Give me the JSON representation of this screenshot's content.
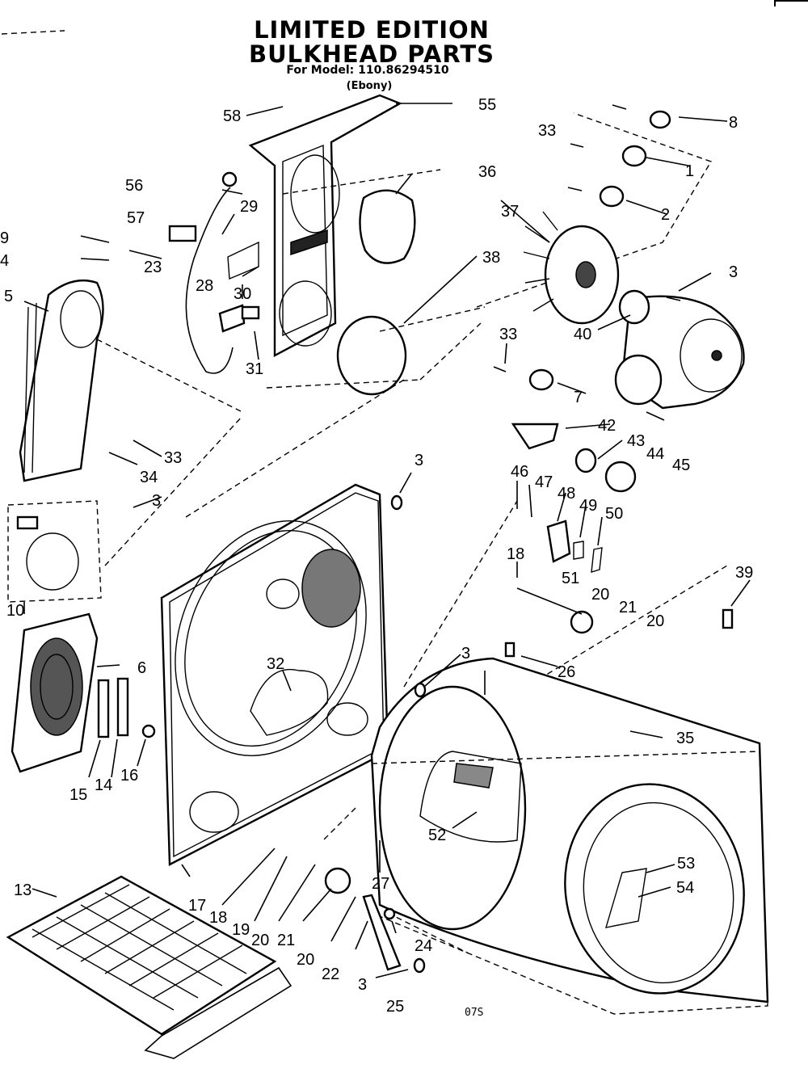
{
  "header": {
    "title_line1": "LIMITED EDITION",
    "title_line2": "BULKHEAD PARTS",
    "model_line": "For Model: 110.86294510",
    "finish_line": "(Ebony)"
  },
  "footer_code": "07S",
  "callouts": [
    {
      "id": "58",
      "label": "58"
    },
    {
      "id": "55",
      "label": "55"
    },
    {
      "id": "8",
      "label": "8"
    },
    {
      "id": "33a",
      "label": "33"
    },
    {
      "id": "1",
      "label": "1"
    },
    {
      "id": "56",
      "label": "56"
    },
    {
      "id": "36",
      "label": "36"
    },
    {
      "id": "57",
      "label": "57"
    },
    {
      "id": "29",
      "label": "29"
    },
    {
      "id": "2",
      "label": "2"
    },
    {
      "id": "37",
      "label": "37"
    },
    {
      "id": "9",
      "label": "9"
    },
    {
      "id": "4",
      "label": "4"
    },
    {
      "id": "23",
      "label": "23"
    },
    {
      "id": "38",
      "label": "38"
    },
    {
      "id": "30",
      "label": "30"
    },
    {
      "id": "3a",
      "label": "3"
    },
    {
      "id": "5",
      "label": "5"
    },
    {
      "id": "28",
      "label": "28"
    },
    {
      "id": "40",
      "label": "40"
    },
    {
      "id": "33b",
      "label": "33"
    },
    {
      "id": "31",
      "label": "31"
    },
    {
      "id": "7",
      "label": "7"
    },
    {
      "id": "42",
      "label": "42"
    },
    {
      "id": "43",
      "label": "43"
    },
    {
      "id": "44",
      "label": "44"
    },
    {
      "id": "33c",
      "label": "33"
    },
    {
      "id": "45",
      "label": "45"
    },
    {
      "id": "34",
      "label": "34"
    },
    {
      "id": "3b",
      "label": "3"
    },
    {
      "id": "46",
      "label": "46"
    },
    {
      "id": "47",
      "label": "47"
    },
    {
      "id": "48",
      "label": "48"
    },
    {
      "id": "3c",
      "label": "3"
    },
    {
      "id": "49",
      "label": "49"
    },
    {
      "id": "50",
      "label": "50"
    },
    {
      "id": "39",
      "label": "39"
    },
    {
      "id": "18a",
      "label": "18"
    },
    {
      "id": "10",
      "label": "10"
    },
    {
      "id": "51",
      "label": "51"
    },
    {
      "id": "20a",
      "label": "20"
    },
    {
      "id": "21a",
      "label": "21"
    },
    {
      "id": "20b",
      "label": "20"
    },
    {
      "id": "6",
      "label": "6"
    },
    {
      "id": "3d",
      "label": "3"
    },
    {
      "id": "26",
      "label": "26"
    },
    {
      "id": "32",
      "label": "32"
    },
    {
      "id": "35",
      "label": "35"
    },
    {
      "id": "16",
      "label": "16"
    },
    {
      "id": "15",
      "label": "15"
    },
    {
      "id": "14",
      "label": "14"
    },
    {
      "id": "52",
      "label": "52"
    },
    {
      "id": "53",
      "label": "53"
    },
    {
      "id": "54",
      "label": "54"
    },
    {
      "id": "27",
      "label": "27"
    },
    {
      "id": "13",
      "label": "13"
    },
    {
      "id": "17",
      "label": "17"
    },
    {
      "id": "18b",
      "label": "18"
    },
    {
      "id": "19",
      "label": "19"
    },
    {
      "id": "20c",
      "label": "20"
    },
    {
      "id": "21b",
      "label": "21"
    },
    {
      "id": "20d",
      "label": "20"
    },
    {
      "id": "22",
      "label": "22"
    },
    {
      "id": "24",
      "label": "24"
    },
    {
      "id": "3e",
      "label": "3"
    },
    {
      "id": "25",
      "label": "25"
    }
  ]
}
